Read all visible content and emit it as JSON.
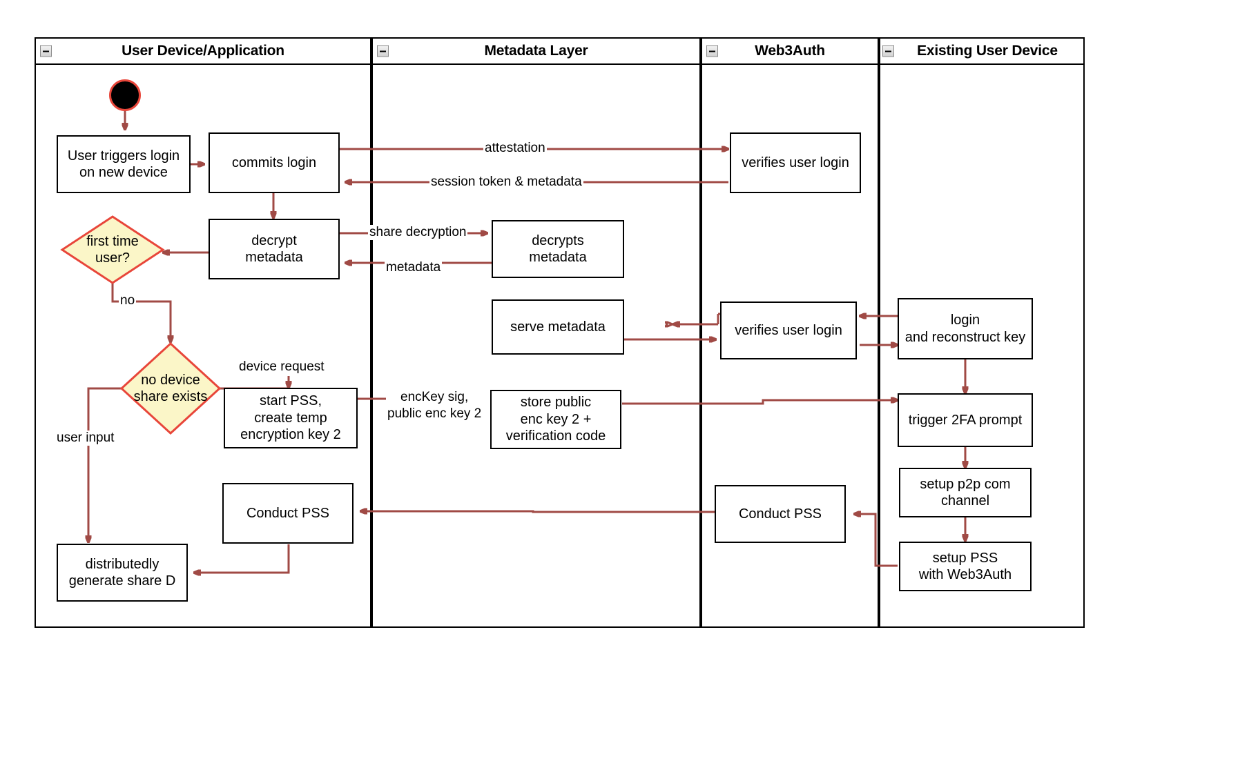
{
  "diagram": {
    "type": "uml-activity-swimlane",
    "edge_color": "#a04a45",
    "decision_fill": "#fbf6c8",
    "decision_border": "#e8463a",
    "start_node_fill": "#000000",
    "start_node_ring": "#e8463a",
    "node_border": "#000000",
    "node_fill": "#ffffff"
  },
  "lanes": [
    {
      "id": "user-device",
      "title": "User Device/Application",
      "collapse_icon": "minus-box-icon"
    },
    {
      "id": "metadata-layer",
      "title": "Metadata Layer",
      "collapse_icon": "minus-box-icon"
    },
    {
      "id": "web3auth",
      "title": "Web3Auth",
      "collapse_icon": "minus-box-icon"
    },
    {
      "id": "existing-device",
      "title": "Existing User Device",
      "collapse_icon": "minus-box-icon"
    }
  ],
  "nodes": {
    "start": {
      "kind": "initial-node",
      "label": ""
    },
    "user_triggers_login": {
      "kind": "activity",
      "label": "User triggers login\non new device",
      "lane": "user-device"
    },
    "commits_login": {
      "kind": "activity",
      "label": "commits login",
      "lane": "user-device"
    },
    "decrypt_metadata": {
      "kind": "activity",
      "label": "decrypt\nmetadata",
      "lane": "user-device"
    },
    "first_time_user": {
      "kind": "decision",
      "label": "first time\nuser?",
      "lane": "user-device"
    },
    "no_device_share": {
      "kind": "decision",
      "label": "no device\nshare exists",
      "lane": "user-device"
    },
    "start_pss": {
      "kind": "activity",
      "label": "start PSS,\ncreate temp\nencryption key 2",
      "lane": "user-device"
    },
    "conduct_pss_user": {
      "kind": "activity",
      "label": "Conduct PSS",
      "lane": "user-device"
    },
    "generate_share_d": {
      "kind": "activity",
      "label": "distributedly\ngenerate share D",
      "lane": "user-device"
    },
    "decrypts_metadata": {
      "kind": "activity",
      "label": "decrypts\nmetadata",
      "lane": "metadata-layer"
    },
    "serve_metadata": {
      "kind": "activity",
      "label": "serve metadata",
      "lane": "metadata-layer"
    },
    "store_public_key": {
      "kind": "activity",
      "label": "store public\nenc key 2 +\nverification code",
      "lane": "metadata-layer"
    },
    "verifies_user_login_1": {
      "kind": "activity",
      "label": "verifies user login",
      "lane": "web3auth"
    },
    "verifies_user_login_2": {
      "kind": "activity",
      "label": "verifies user login",
      "lane": "web3auth"
    },
    "conduct_pss_web3auth": {
      "kind": "activity",
      "label": "Conduct PSS",
      "lane": "web3auth"
    },
    "login_reconstruct": {
      "kind": "activity",
      "label": "login\nand reconstruct key",
      "lane": "existing-device"
    },
    "trigger_2fa": {
      "kind": "activity",
      "label": "trigger 2FA prompt",
      "lane": "existing-device"
    },
    "setup_p2p": {
      "kind": "activity",
      "label": "setup p2p com\nchannel",
      "lane": "existing-device"
    },
    "setup_pss_web3auth": {
      "kind": "activity",
      "label": "setup PSS\nwith Web3Auth",
      "lane": "existing-device"
    }
  },
  "edge_labels": {
    "attestation": "attestation",
    "session_token": "session token & metadata",
    "share_decryption": "share decryption",
    "metadata": "metadata",
    "no": "no",
    "device_request": "device request",
    "user_input": "user input",
    "enckey_sig": "encKey sig,\npublic enc key 2"
  }
}
